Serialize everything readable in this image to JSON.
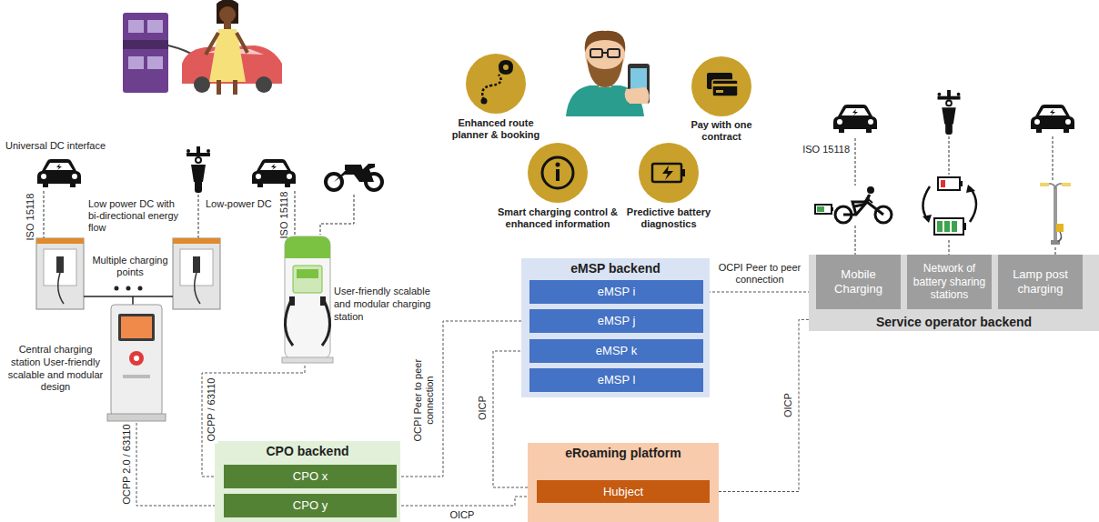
{
  "diagram": {
    "nodes": [
      {
        "text": [
          "Central charging station User-friendly scalable and modular design"
        ]
      },
      {
        "text": [
          "User-friendly scalable and modular charging station"
        ]
      },
      {
        "text": [
          "eMSP backend"
        ]
      },
      {
        "text": [
          "eMSP i"
        ],
        "in": 2
      },
      {
        "text": [
          "eMSP j"
        ],
        "in": 2
      },
      {
        "text": [
          "eMSP k"
        ],
        "in": 2
      },
      {
        "text": [
          "eMSP l"
        ],
        "in": 2
      },
      {
        "text": [
          "Service operator backend"
        ]
      },
      {
        "text": [
          "Mobile Charging"
        ],
        "in": 7
      },
      {
        "text": [
          "Network of battery sharing stations"
        ],
        "in": 7
      },
      {
        "text": [
          "Lamp post charging"
        ],
        "in": 7
      },
      {
        "text": [
          "CPO backend"
        ]
      },
      {
        "text": [
          "CPO x"
        ],
        "in": 11
      },
      {
        "text": [
          "CPO y"
        ],
        "in": 11
      },
      {
        "text": [
          "eRoaming platform"
        ]
      },
      {
        "text": [
          "Hubject"
        ],
        "in": 14
      }
    ],
    "edges": [
      {
        "from": 1,
        "to": 12,
        "arrow": "none",
        "label": "OCPP / 63110"
      },
      {
        "from": 0,
        "to": 13,
        "arrow": "none",
        "label": "OCPP 2.0 / 63110"
      },
      {
        "from": 12,
        "to": 4,
        "arrow": "none",
        "label": "OCPI Peer to peer connection"
      },
      {
        "from": 5,
        "to": 15,
        "arrow": "none",
        "label": "OICP"
      },
      {
        "from": 13,
        "to": 15,
        "arrow": "none",
        "label": "OICP"
      },
      {
        "from": 15,
        "to": 7,
        "arrow": "none",
        "label": "OICP"
      },
      {
        "from": 3,
        "to": 8,
        "arrow": "none",
        "label": "OCPI Peer to peer connection"
      }
    ],
    "labels": [
      "Universal DC interface",
      "ISO 15118",
      "Low power DC with bi-directional energy flow",
      "Low-power DC",
      "ISO 15118",
      "Multiple charging points",
      "ISO 15118",
      "Enhanced route planner & booking",
      "Pay with one contract",
      "Smart charging control & enhanced information",
      "Predictive battery diagnostics"
    ]
  }
}
